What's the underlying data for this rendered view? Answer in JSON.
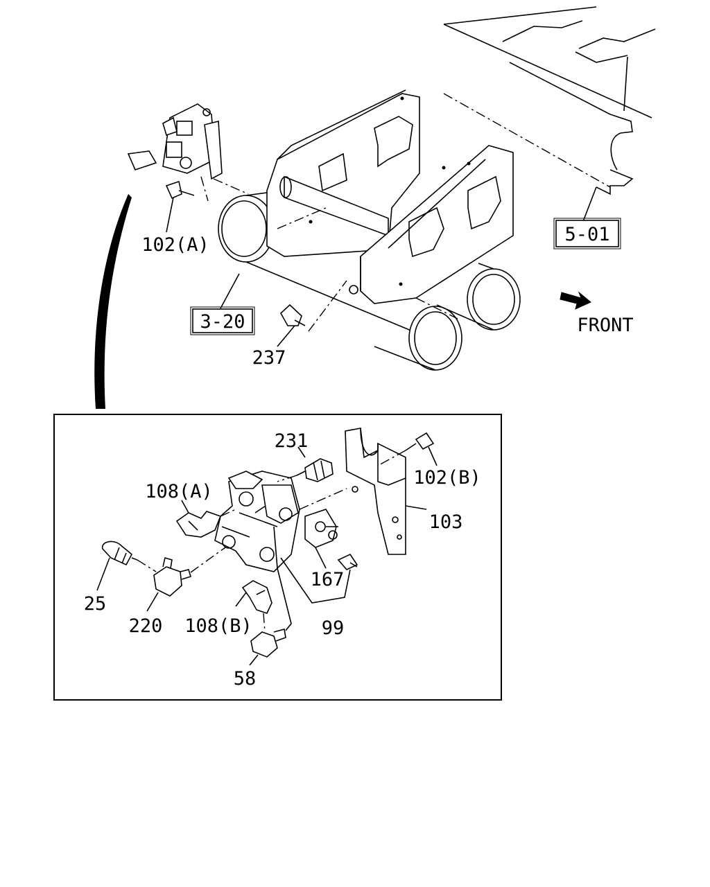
{
  "refs": {
    "r501": "5-01",
    "r320": "3-20"
  },
  "direction": {
    "front": "FRONT"
  },
  "callouts": {
    "c102a": "102(A)",
    "c237": "237",
    "c231": "231",
    "c102b": "102(B)",
    "c108a": "108(A)",
    "c103": "103",
    "c167": "167",
    "c25": "25",
    "c220": "220",
    "c108b": "108(B)",
    "c99": "99",
    "c58": "58"
  },
  "icons": [
    "front-arrow-icon"
  ]
}
